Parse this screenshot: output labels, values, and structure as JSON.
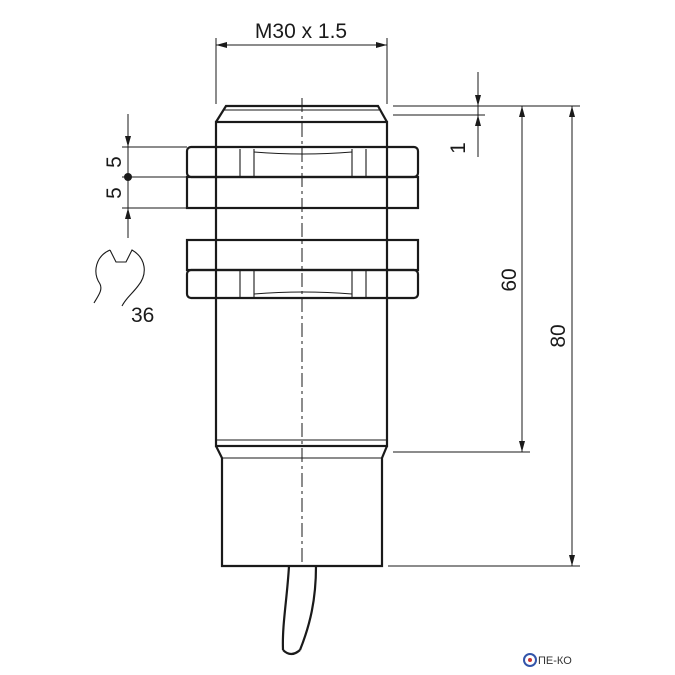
{
  "drawing": {
    "thread_label": "M30 x 1.5",
    "nut_height_top": "5",
    "nut_height_bottom": "5",
    "wrench_size": "36",
    "face_offset": "1",
    "thread_length": "60",
    "total_length": "80"
  },
  "logo": {
    "text": "ПЕ-КО",
    "colors": {
      "primary": "#3355aa",
      "accent": "#cc3333"
    }
  }
}
